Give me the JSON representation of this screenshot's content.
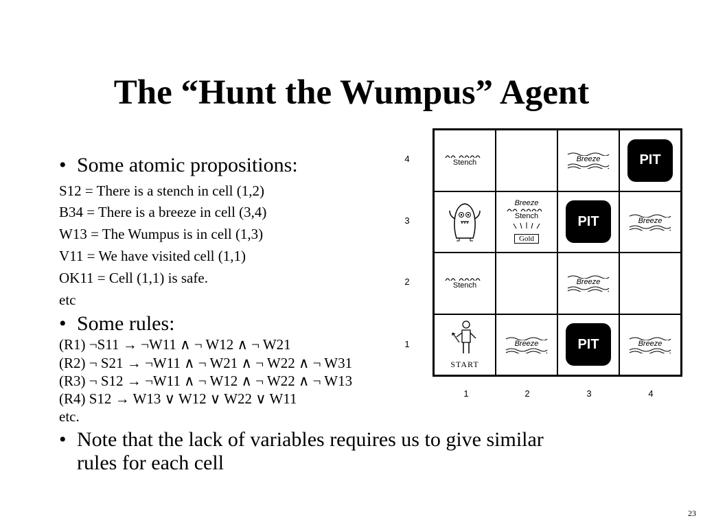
{
  "title": "The “Hunt the Wumpus” Agent",
  "bullets": [
    "Some atomic propositions:",
    "Some rules:",
    "Note that the lack of variables requires us to give similar",
    "rules for each cell"
  ],
  "bullet_symbol": "•",
  "propositions": [
    "S12 = There is a stench in cell (1,2)",
    "B34 = There is a breeze in cell (3,4)",
    "W13 = The Wumpus is in cell (1,3)",
    "V11 = We have visited cell (1,1)",
    "OK11 = Cell (1,1) is safe.",
    "etc"
  ],
  "rules": [
    "(R1) ¬S11 → ¬W11 ∧ ¬ W12 ∧ ¬ W21",
    "(R2) ¬ S21 → ¬W11 ∧ ¬ W21 ∧ ¬ W22 ∧ ¬ W31",
    "(R3) ¬ S12 → ¬W11 ∧ ¬ W12 ∧ ¬ W22 ∧ ¬ W13",
    "(R4)    S12 → W13 ∨ W12 ∨ W22 ∨ W11",
    "etc."
  ],
  "grid": {
    "row_labels": [
      "4",
      "3",
      "2",
      "1"
    ],
    "col_labels": [
      "1",
      "2",
      "3",
      "4"
    ],
    "stench_label": "Stench",
    "breeze_label": "Breeze",
    "pit_label": "PIT",
    "gold_label": "Gold",
    "start_label": "START"
  },
  "page_number": "23"
}
